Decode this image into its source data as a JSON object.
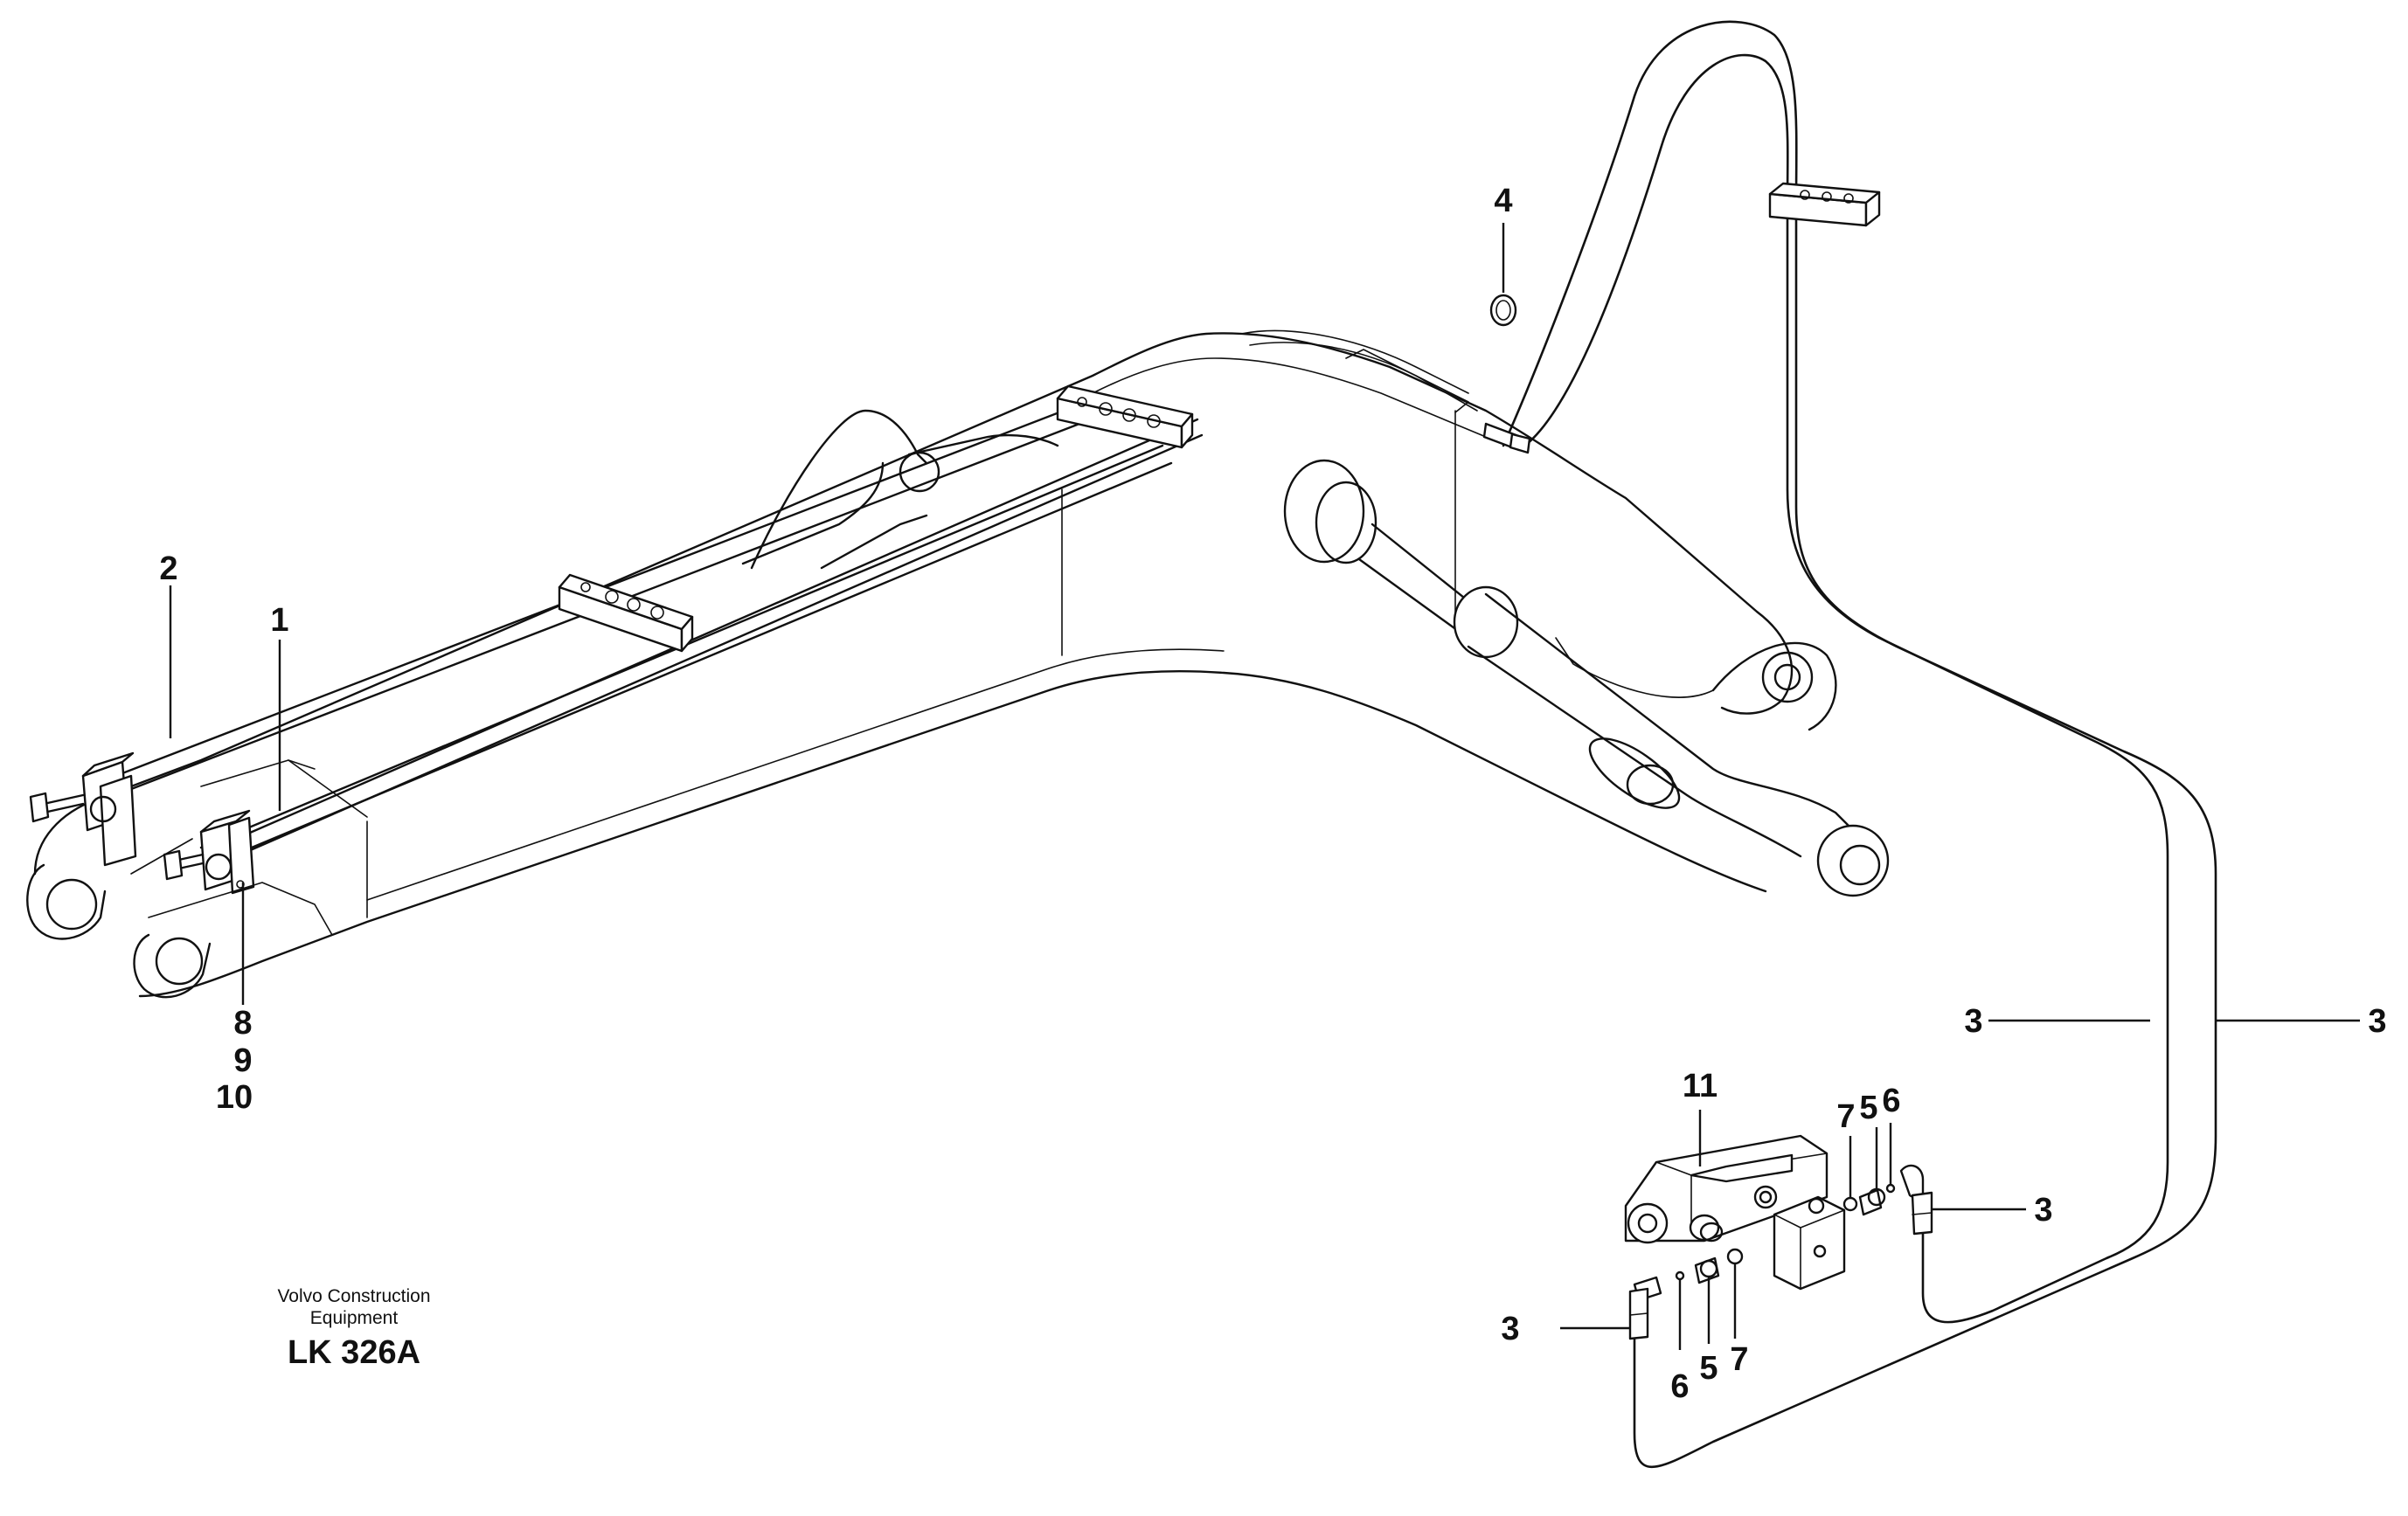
{
  "figure": {
    "caption": {
      "line1": "Volvo Construction",
      "line2": "Equipment",
      "code": "LK 326A"
    },
    "callouts": {
      "c1": "1",
      "c2": "2",
      "c3a": "3",
      "c3b": "3",
      "c3c": "3",
      "c3d": "3",
      "c4": "4",
      "c5a": "5",
      "c5b": "5",
      "c6a": "6",
      "c6b": "6",
      "c7a": "7",
      "c7b": "7",
      "c8": "8",
      "c9": "9",
      "c10": "10",
      "c11": "11"
    }
  }
}
